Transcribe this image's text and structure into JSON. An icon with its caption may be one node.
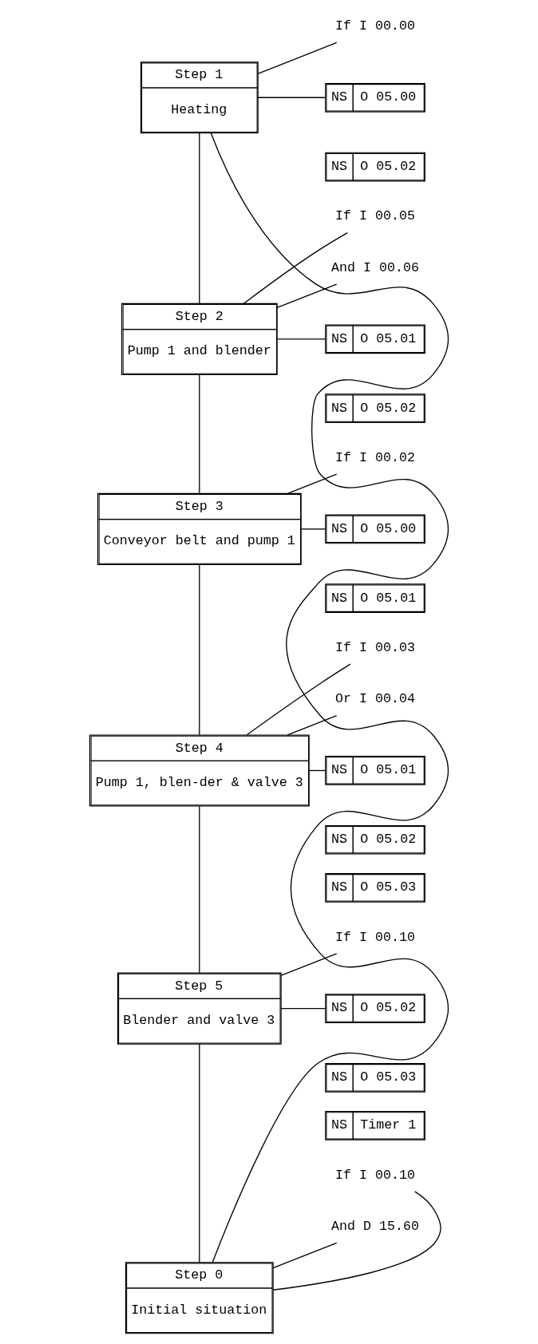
{
  "diagram": {
    "nodes": [
      {
        "text": [
          "If I 00.00"
        ]
      },
      {
        "text": [
          "Step 1",
          "Heating"
        ]
      },
      {
        "text": [
          "NS",
          "O 05.00"
        ]
      },
      {
        "text": [
          "NS",
          "O 05.02"
        ]
      },
      {
        "text": [
          "If I 00.05"
        ]
      },
      {
        "text": [
          "And I 00.06"
        ]
      },
      {
        "text": [
          "Step 2",
          "Pump 1 and blender"
        ]
      },
      {
        "text": [
          "NS",
          "O 05.01"
        ]
      },
      {
        "text": [
          "NS",
          "O 05.02"
        ]
      },
      {
        "text": [
          "If I 00.02"
        ]
      },
      {
        "text": [
          "Step 3",
          "Conveyor belt and pump 1"
        ]
      },
      {
        "text": [
          "NS",
          "O 05.00"
        ]
      },
      {
        "text": [
          "NS",
          "O 05.01"
        ]
      },
      {
        "text": [
          "If I 00.03"
        ]
      },
      {
        "text": [
          "Or I 00.04"
        ]
      },
      {
        "text": [
          "Step 4",
          "Pump 1, blen-der & valve 3"
        ]
      },
      {
        "text": [
          "NS",
          "O 05.01"
        ]
      },
      {
        "text": [
          "NS",
          "O 05.02"
        ]
      },
      {
        "text": [
          "NS",
          "O 05.03"
        ]
      },
      {
        "text": [
          "If I 00.10"
        ]
      },
      {
        "text": [
          "Step 5",
          "Blender and valve 3"
        ]
      },
      {
        "text": [
          "NS",
          "O 05.02"
        ]
      },
      {
        "text": [
          "NS",
          "O 05.03"
        ]
      },
      {
        "text": [
          "NS",
          "Timer 1"
        ]
      },
      {
        "text": [
          "If I 00.10"
        ]
      },
      {
        "text": [
          "And D 15.60"
        ]
      },
      {
        "text": [
          "Step 0",
          "Initial situation"
        ]
      }
    ],
    "edges": [
      {
        "from": 26,
        "to": 1,
        "arrow": "none"
      },
      {
        "from": 0,
        "to": 1,
        "arrow": "none"
      },
      {
        "from": 1,
        "to": 2,
        "arrow": "none"
      },
      {
        "from": 1,
        "to": 6,
        "arrow": "none"
      },
      {
        "from": 4,
        "to": 6,
        "arrow": "none"
      },
      {
        "from": 5,
        "to": 6,
        "arrow": "none"
      },
      {
        "from": 6,
        "to": 7,
        "arrow": "none"
      },
      {
        "from": 6,
        "to": 10,
        "arrow": "none"
      },
      {
        "from": 9,
        "to": 10,
        "arrow": "none"
      },
      {
        "from": 10,
        "to": 11,
        "arrow": "none"
      },
      {
        "from": 10,
        "to": 15,
        "arrow": "none"
      },
      {
        "from": 13,
        "to": 15,
        "arrow": "none"
      },
      {
        "from": 14,
        "to": 15,
        "arrow": "none"
      },
      {
        "from": 15,
        "to": 16,
        "arrow": "none"
      },
      {
        "from": 15,
        "to": 20,
        "arrow": "none"
      },
      {
        "from": 19,
        "to": 20,
        "arrow": "none"
      },
      {
        "from": 20,
        "to": 21,
        "arrow": "none"
      },
      {
        "from": 20,
        "to": 26,
        "arrow": "none"
      },
      {
        "from": 24,
        "to": 26,
        "arrow": "none"
      },
      {
        "from": 25,
        "to": 26,
        "arrow": "none"
      }
    ]
  }
}
